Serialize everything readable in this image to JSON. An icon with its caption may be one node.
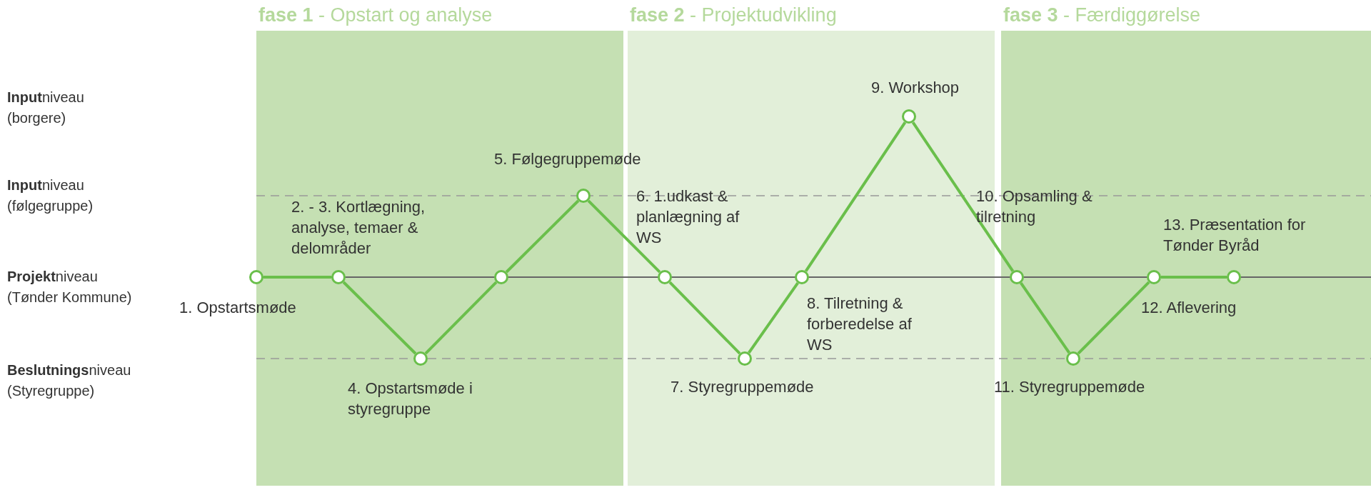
{
  "diagram": {
    "nodes": [
      {
        "text": [],
        "shape": "circle",
        "beside": [
          "1. Opstartsmøde"
        ]
      },
      {
        "text": [],
        "shape": "circle",
        "beside": [
          "2. - 3. Kortlægning, analyse, temaer & delområder"
        ]
      },
      {
        "text": [],
        "shape": "circle",
        "beside": [
          "4. Opstartsmøde i styregruppe"
        ]
      },
      {
        "text": [],
        "shape": "circle"
      },
      {
        "text": [],
        "shape": "circle",
        "beside": [
          "5. Følgegruppemøde"
        ]
      },
      {
        "text": [],
        "shape": "circle",
        "beside": [
          "6. 1.udkast & planlægning af WS"
        ]
      },
      {
        "text": [],
        "shape": "circle",
        "beside": [
          "7. Styregruppemøde"
        ]
      },
      {
        "text": [],
        "shape": "circle",
        "beside": [
          "8. Tilretning & forberedelse af WS"
        ]
      },
      {
        "text": [],
        "shape": "circle",
        "beside": [
          "9. Workshop"
        ]
      },
      {
        "text": [],
        "shape": "circle",
        "beside": [
          "10. Opsamling & tilretning"
        ]
      },
      {
        "text": [],
        "shape": "circle",
        "beside": [
          "11. Styregruppemøde"
        ]
      },
      {
        "text": [],
        "shape": "circle",
        "beside": [
          "12. Aflevering"
        ]
      },
      {
        "text": [],
        "shape": "circle",
        "beside": [
          "13. Præsentation for Tønder Byråd"
        ]
      }
    ],
    "edges": [
      {
        "from": 0,
        "to": 1,
        "arrow": "none"
      },
      {
        "from": 1,
        "to": 2,
        "arrow": "none"
      },
      {
        "from": 2,
        "to": 3,
        "arrow": "none"
      },
      {
        "from": 3,
        "to": 4,
        "arrow": "none"
      },
      {
        "from": 4,
        "to": 5,
        "arrow": "none"
      },
      {
        "from": 5,
        "to": 6,
        "arrow": "none"
      },
      {
        "from": 6,
        "to": 7,
        "arrow": "none"
      },
      {
        "from": 7,
        "to": 8,
        "arrow": "none"
      },
      {
        "from": 8,
        "to": 9,
        "arrow": "none"
      },
      {
        "from": 9,
        "to": 10,
        "arrow": "none"
      },
      {
        "from": 10,
        "to": 11,
        "arrow": "none"
      },
      {
        "from": 11,
        "to": 12,
        "arrow": "none"
      }
    ],
    "labels": [
      "**fase 1** - Opstart og analyse",
      "**fase 2** - Projektudvikling",
      "**fase 3** - Færdiggørelse",
      "**Input**niveau (borgere)",
      "**Input**niveau (følgegruppe)",
      "**Projekt**niveau (Tønder Kommune)",
      "**Beslutnings**niveau (Styregruppe)"
    ]
  }
}
